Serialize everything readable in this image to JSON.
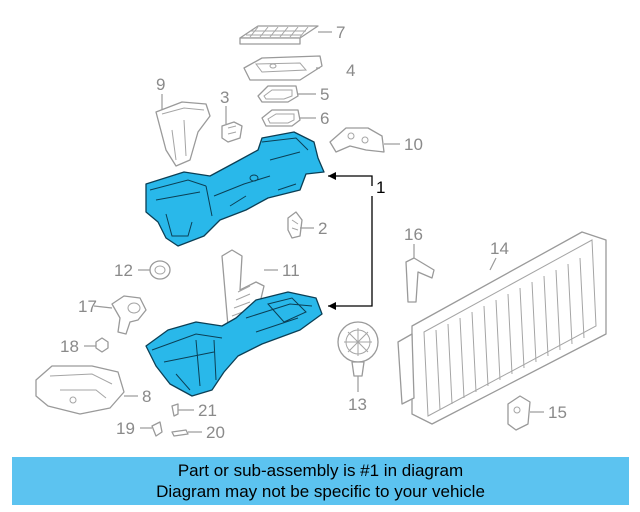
{
  "callouts": {
    "c1": "1",
    "c2": "2",
    "c3": "3",
    "c4": "4",
    "c5": "5",
    "c6": "6",
    "c7": "7",
    "c8": "8",
    "c9": "9",
    "c10": "10",
    "c11": "11",
    "c12": "12",
    "c13": "13",
    "c14": "14",
    "c15": "15",
    "c16": "16",
    "c17": "17",
    "c18": "18",
    "c19": "19",
    "c20": "20",
    "c21": "21"
  },
  "highlighted_part": "1",
  "colors": {
    "highlight_fill": "#29b8ea",
    "banner_background": "#5cc3f0",
    "line_art": "#9a9a9a"
  },
  "banner": {
    "line1": "Part or sub-assembly is #1 in diagram",
    "line2": "Diagram may not be specific to your vehicle"
  }
}
